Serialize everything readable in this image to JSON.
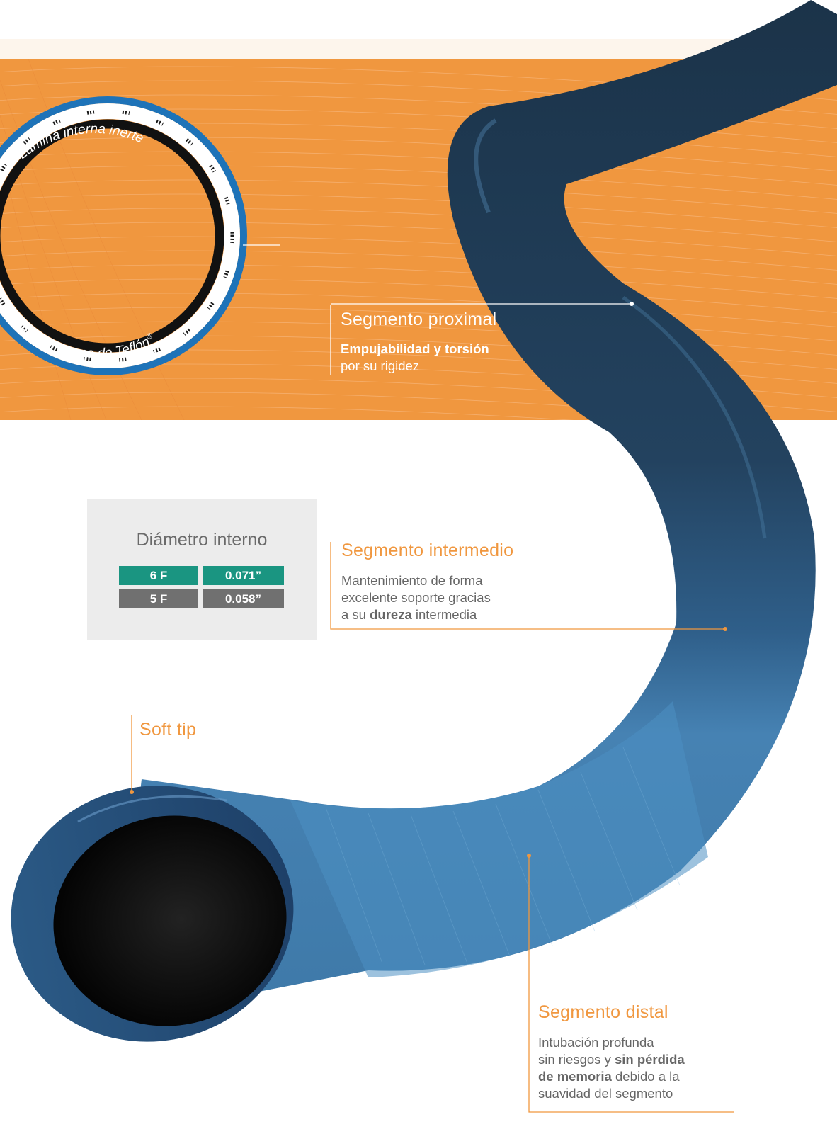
{
  "inner_layers": {
    "inert": "Lámina interna inerte",
    "teflon": "Lámina interna de Teflón",
    "teflon_mark": "®"
  },
  "proximal": {
    "title": "Segmento proximal",
    "bold": "Empujabilidad y torsión",
    "text": "por su rigidez"
  },
  "intermediate": {
    "title": "Segmento intermedio",
    "line1": "Mantenimiento de forma",
    "line2": "excelente soporte gracias",
    "line3_pre": "a su ",
    "line3_bold": "dureza",
    "line3_post": " intermedia"
  },
  "diameter": {
    "title": "Diámetro interno",
    "rows": [
      {
        "size": "6 F",
        "value": "0.071”"
      },
      {
        "size": "5 F",
        "value": "0.058”"
      }
    ]
  },
  "soft_tip": {
    "title": "Soft tip"
  },
  "distal": {
    "title": "Segmento distal",
    "line1": "Intubación profunda",
    "line2_pre": "sin riesgos y ",
    "line2_bold": "sin pérdida",
    "line3_bold": "de memoria",
    "line3_post": " debido a la",
    "line4": "suavidad del segmento"
  },
  "colors": {
    "accent": "#f0973f",
    "teal": "#1a9581",
    "grey": "#707070",
    "tube_dark": "#1e3a53",
    "tube_light": "#3f7fae"
  }
}
